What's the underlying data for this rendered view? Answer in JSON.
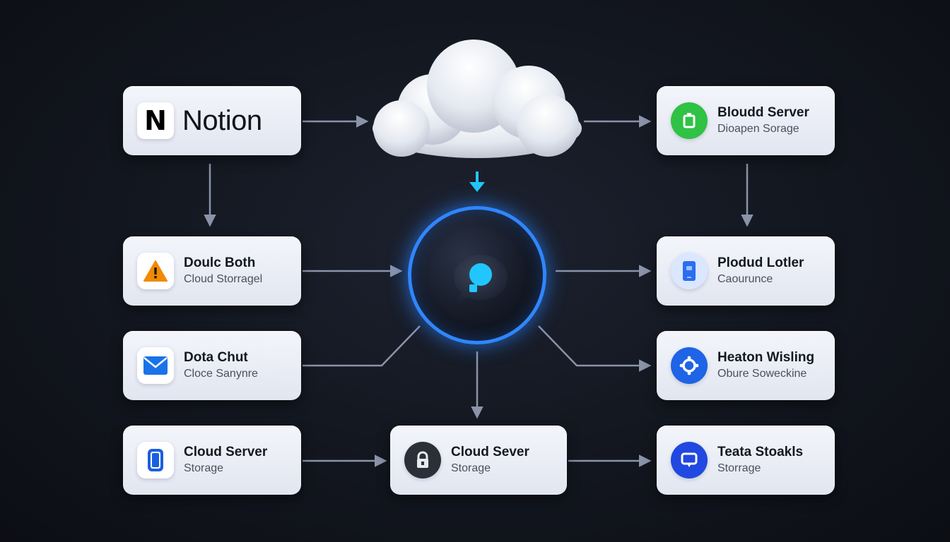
{
  "colors": {
    "background": "#11141c",
    "card": "#e9ecf4",
    "hub_ring": "#2f86ff",
    "connector": "#8a93a8",
    "accent_cyan": "#22c6ff"
  },
  "top_left": {
    "letter": "N",
    "label": "Notion",
    "icon": "notion-logo"
  },
  "cloud": {
    "icon": "cloud-icon"
  },
  "hub": {
    "icon": "chat-bubble-icon"
  },
  "nodes": {
    "bloudd_server": {
      "title": "Bloudd Server",
      "subtitle": "Dioapen Sorage",
      "icon": "battery-icon",
      "icon_color": "#2fc244"
    },
    "doulc_both": {
      "title": "Doulc Both",
      "subtitle": "Cloud Storragel",
      "icon": "warning-icon",
      "icon_color": "#f28a00"
    },
    "dota_chut": {
      "title": "Dota Chut",
      "subtitle": "Cloce Sanynre",
      "icon": "mail-icon",
      "icon_color": "#1a73e8"
    },
    "cloud_server_left": {
      "title": "Cloud Server",
      "subtitle": "Storage",
      "icon": "device-icon",
      "icon_color": "#1a5fe0"
    },
    "cloud_sever_center": {
      "title": "Cloud Sever",
      "subtitle": "Storage",
      "icon": "lock-icon",
      "icon_color": "#2b2f38"
    },
    "plodud_lotler": {
      "title": "Plodud Lotler",
      "subtitle": "Caourunce",
      "icon": "phone-icon",
      "icon_color": "#2a6df0"
    },
    "heaton_wisling": {
      "title": "Heaton Wisling",
      "subtitle": "Obure Soweckine",
      "icon": "sync-icon",
      "icon_color": "#1f63e6"
    },
    "teata_stoakls": {
      "title": "Teata Stoakls",
      "subtitle": "Storrage",
      "icon": "chat-icon",
      "icon_color": "#2148e0"
    }
  }
}
